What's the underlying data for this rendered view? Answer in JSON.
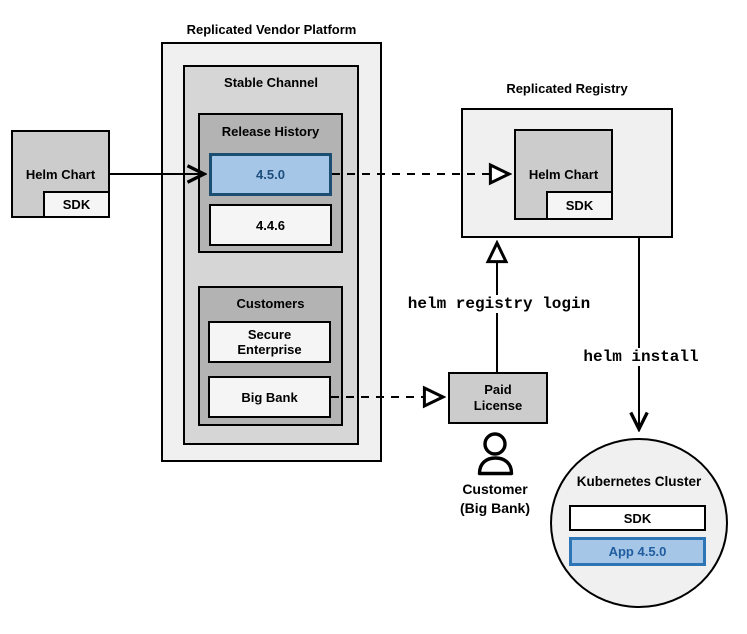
{
  "vendor_platform": {
    "title": "Replicated Vendor Platform",
    "stable_channel": {
      "title": "Stable Channel",
      "release_history": {
        "title": "Release History",
        "releases": [
          {
            "version": "4.5.0",
            "highlighted": true
          },
          {
            "version": "4.4.6",
            "highlighted": false
          }
        ]
      },
      "customers": {
        "title": "Customers",
        "items": [
          {
            "name": "Secure Enterprise"
          },
          {
            "name": "Big Bank"
          }
        ]
      }
    }
  },
  "vendor_helm_chart": {
    "label": "Helm Chart",
    "sdk_label": "SDK"
  },
  "registry": {
    "title": "Replicated Registry",
    "helm_chart": {
      "label": "Helm Chart",
      "sdk_label": "SDK"
    }
  },
  "license": {
    "label": "Paid License"
  },
  "customer": {
    "icon": "person-icon",
    "caption": "Customer (Big Bank)"
  },
  "kubernetes": {
    "title": "Kubernetes Cluster",
    "sdk_label": "SDK",
    "app_label": "App 4.5.0"
  },
  "commands": {
    "registry_login": "helm registry login",
    "install": "helm install"
  },
  "colors": {
    "highlight_fill": "#a6c6e8",
    "highlight_border": "#1c4e72",
    "highlight_text": "#1d4e7c",
    "app_border": "#2e75b6",
    "app_text": "#205d9e",
    "gray_outer": "#f0f0f0",
    "gray_channel": "#d6d6d6",
    "gray_inner": "#b3b3b3",
    "gray_node": "#cccccc",
    "near_white": "#f5f5f5"
  }
}
